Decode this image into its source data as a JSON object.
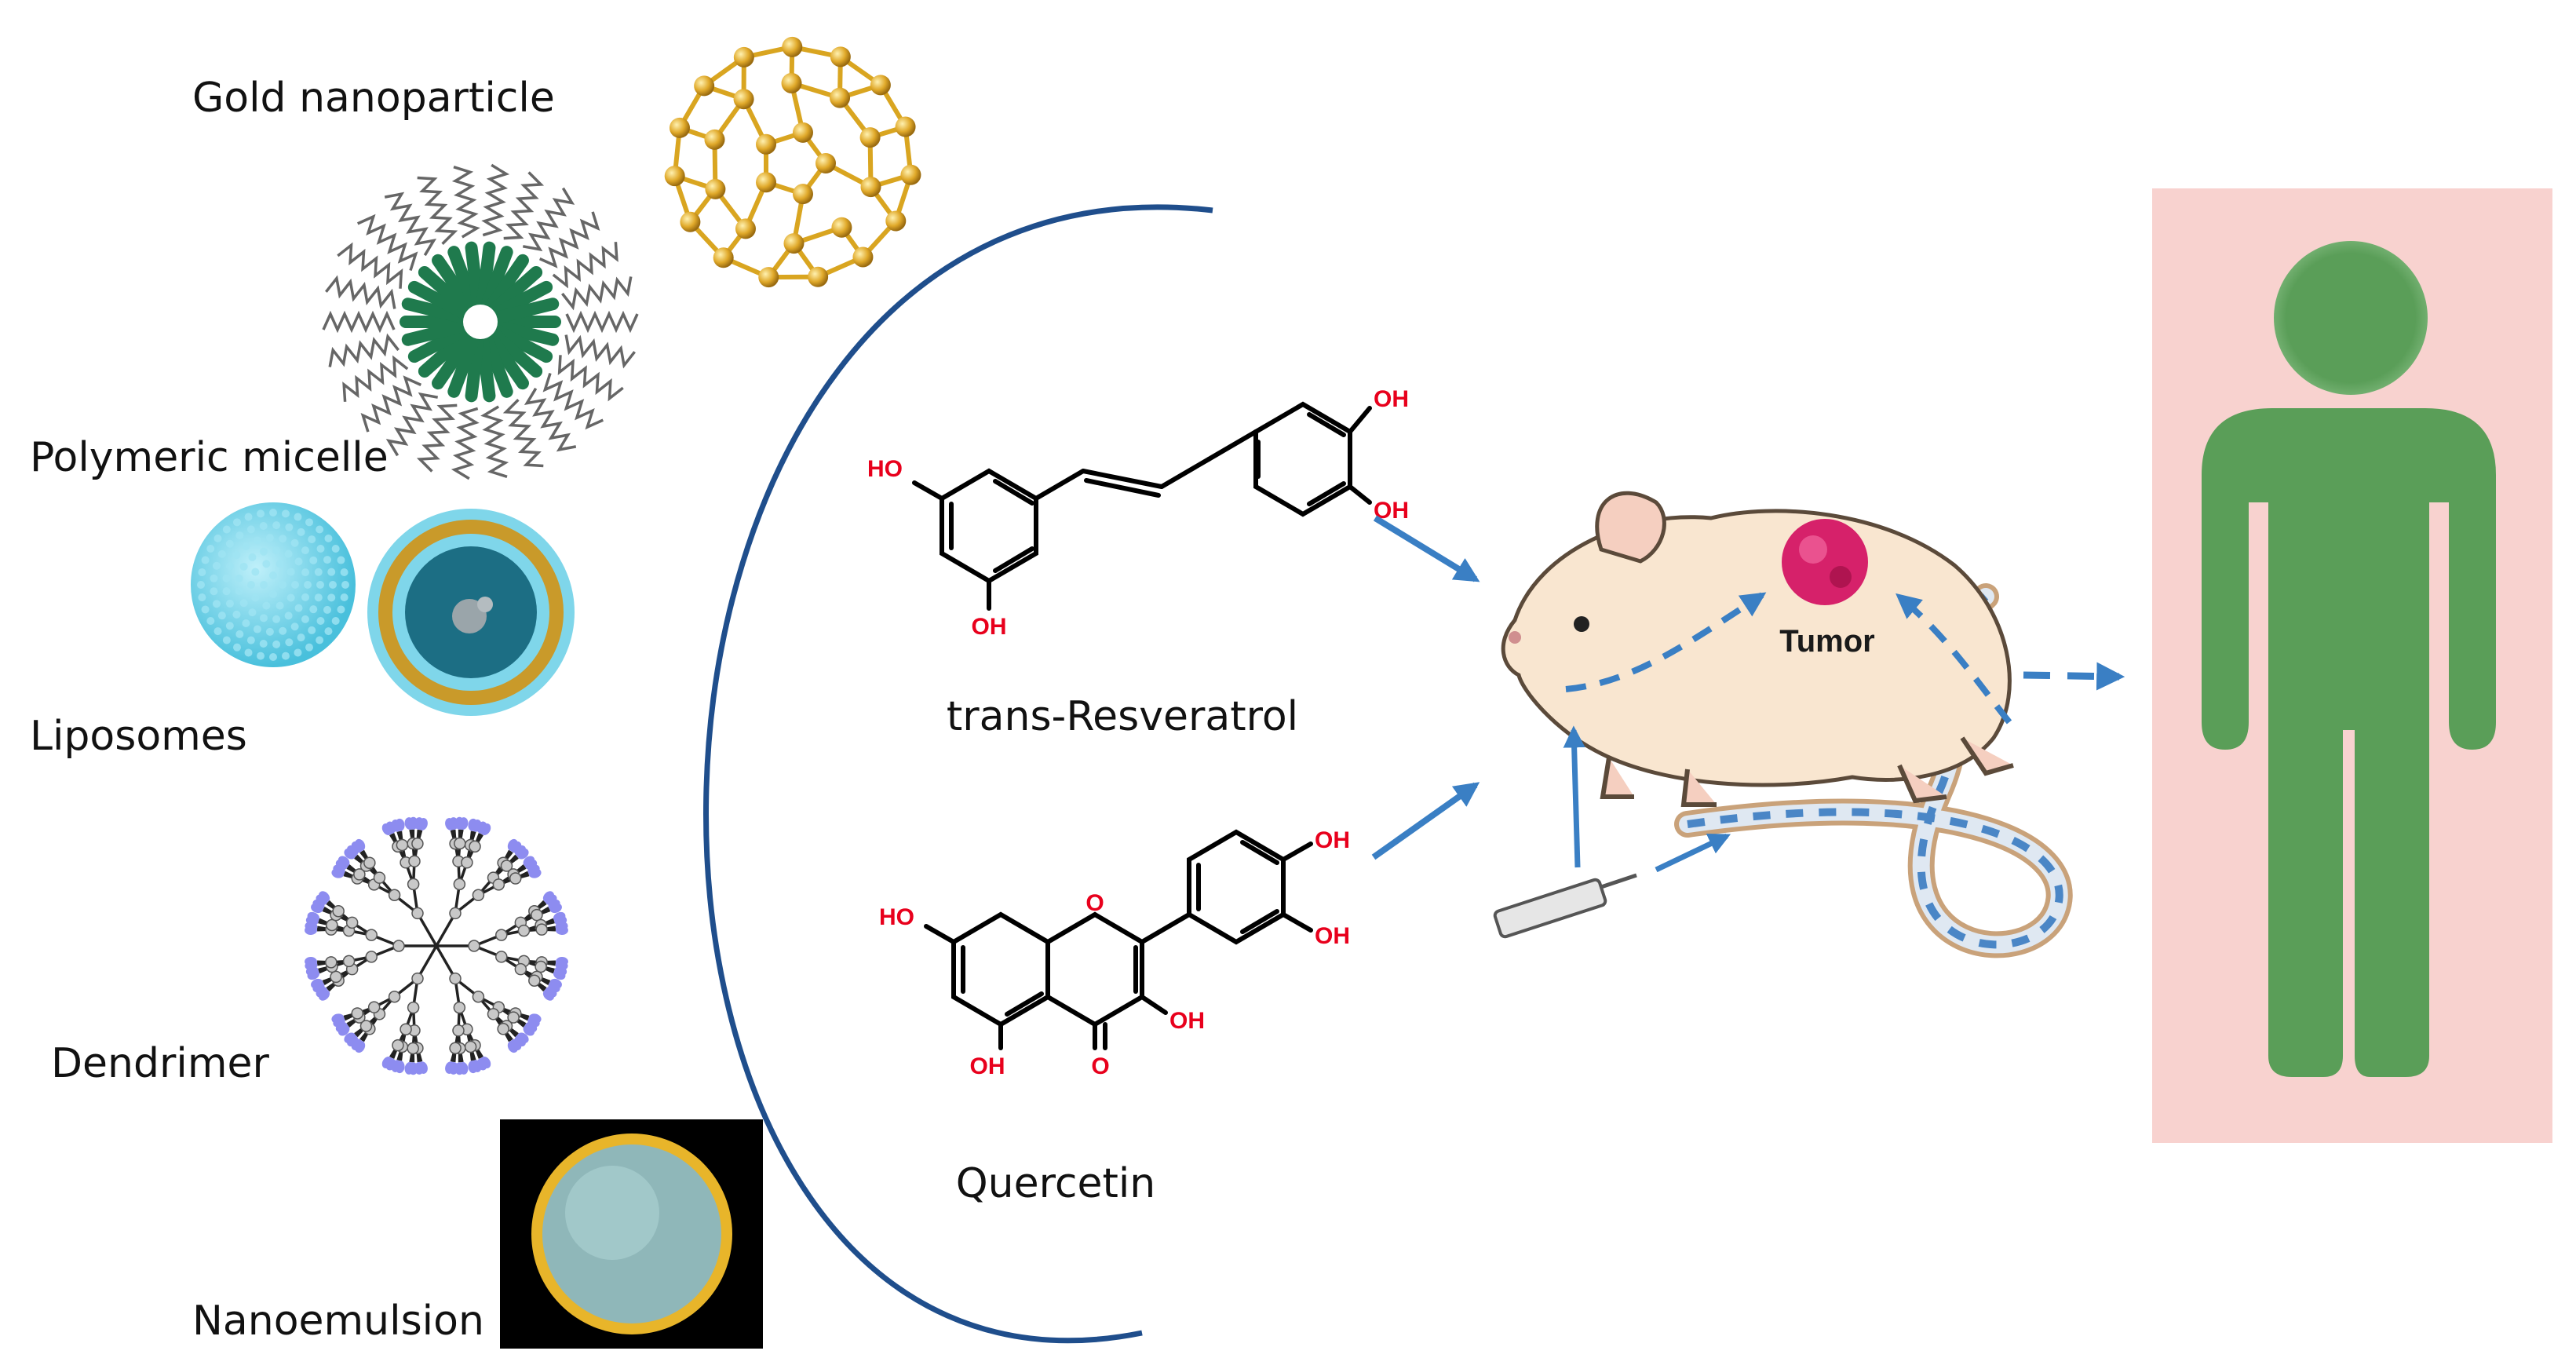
{
  "nanocarriers": {
    "gold": "Gold nanoparticle",
    "micelle": "Polymeric micelle",
    "liposome": "Liposomes",
    "dendrimer": "Dendrimer",
    "nanoemulsion": "Nanoemulsion"
  },
  "compounds": {
    "resveratrol": {
      "name": "trans-Resveratrol",
      "groups": [
        "OH",
        "OH",
        "HO",
        "OH"
      ]
    },
    "quercetin": {
      "name": "Quercetin",
      "groups": [
        "OH",
        "OH",
        "HO",
        "O",
        "OH",
        "OH",
        "O"
      ]
    }
  },
  "animal": {
    "tumor_label": "Tumor"
  },
  "colors": {
    "arrow": "#3a7fc4",
    "arc": "#1f4e8c",
    "gold": "#d9a520",
    "micelle_core": "#1f7a4d",
    "liposome": "#7fd6ea",
    "dendrimer_tip": "#8d8cf0",
    "heteroatom": "#e8001c",
    "human_bg": "#f8d2cf",
    "human_figure": "#5a9e58",
    "tumor": "#d6216a",
    "mouse_body": "#f9e6d0"
  }
}
